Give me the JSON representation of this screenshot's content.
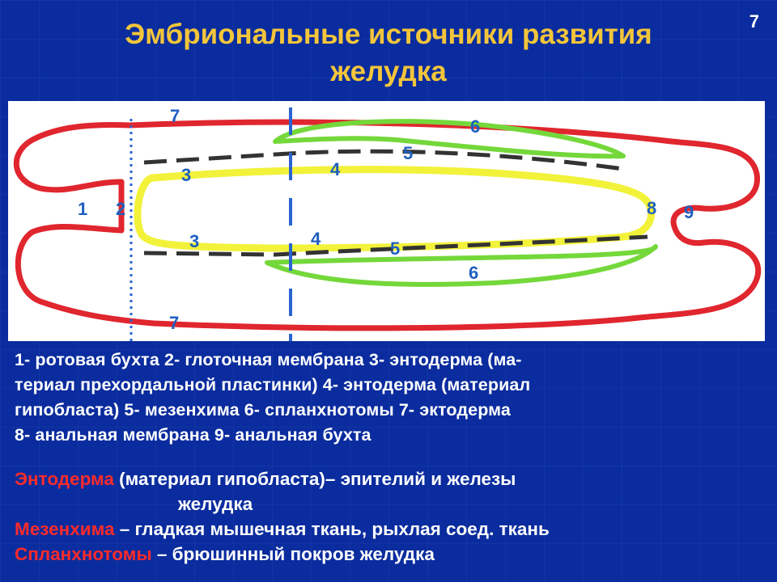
{
  "slide_number": "7",
  "title_line1": "Эмбриональные источники развития",
  "title_line2": "желудка",
  "labels": {
    "l1": "1",
    "l2": "2",
    "l3a": "3",
    "l3b": "3",
    "l4a": "4",
    "l4b": "4",
    "l5a": "5",
    "l5b": "5",
    "l6a": "6",
    "l6b": "6",
    "l7a": "7",
    "l7b": "7",
    "l8": "8",
    "l9": "9"
  },
  "legend_lines": [
    "1- ротовая бухта  2- глоточная мембрана  3- энтодерма (ма-",
    "териал прехордальной пластинки)  4- энтодерма (материал",
    "гипобласта)  5- мезенхима  6- спланхнотомы  7- эктодерма",
    "8- анальная мембрана  9- анальная бухта"
  ],
  "descriptions": {
    "entoderm_term": "Энтодерма",
    "entoderm_text": " (материал гипобласта)– эпителий и железы",
    "entoderm_cont": "желудка",
    "mesenchyme_term": "Мезенхима",
    "mesenchyme_text": " – гладкая мышечная ткань, рыхлая соед. ткань",
    "splanch_term": "Спланхнотомы",
    "splanch_text": " – брюшинный покров желудка"
  },
  "colors": {
    "background": "#0a2c9e",
    "title": "#f3c53a",
    "ectoderm": "#e0262e",
    "endoderm": "#f2f23a",
    "splanchnotome": "#74d83a",
    "mesenchyme": "#333333",
    "label": "#1f5fbf",
    "term": "#ff2b2b"
  }
}
